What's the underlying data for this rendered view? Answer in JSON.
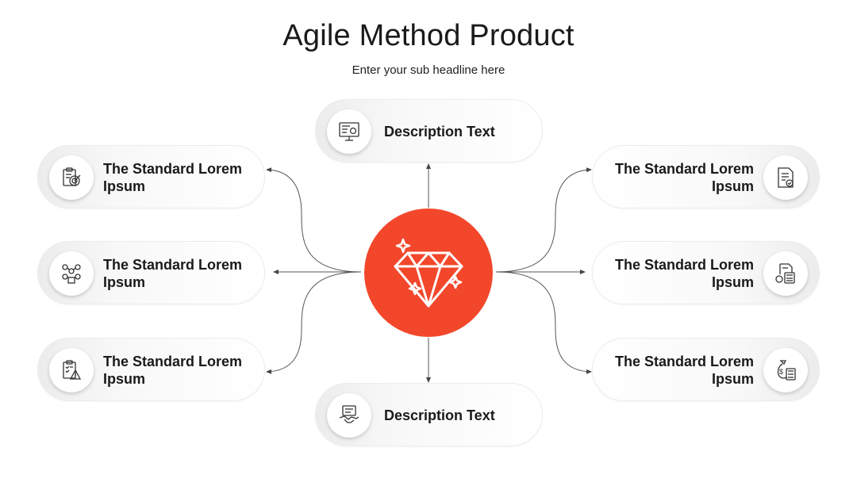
{
  "header": {
    "title": "Agile Method Product",
    "subtitle": "Enter your sub headline here"
  },
  "colors": {
    "accent": "#f2472b",
    "pill": "#f5f5f5",
    "text": "#1a1a1a"
  },
  "hub": {
    "icon": "diamond-icon"
  },
  "nodes": {
    "top": {
      "label": "Description Text",
      "icon": "project-board-icon"
    },
    "bottom": {
      "label": "Description Text",
      "icon": "handshake-document-icon"
    },
    "left": [
      {
        "label": "The Standard Lorem Ipsum",
        "icon": "clipboard-target-icon"
      },
      {
        "label": "The Standard Lorem Ipsum",
        "icon": "team-network-icon"
      },
      {
        "label": "The Standard Lorem Ipsum",
        "icon": "checklist-warning-icon"
      }
    ],
    "right": [
      {
        "label": "The Standard Lorem Ipsum",
        "icon": "document-check-icon"
      },
      {
        "label": "The Standard Lorem Ipsum",
        "icon": "calculator-report-icon"
      },
      {
        "label": "The Standard Lorem Ipsum",
        "icon": "money-bag-calculator-icon"
      }
    ]
  }
}
